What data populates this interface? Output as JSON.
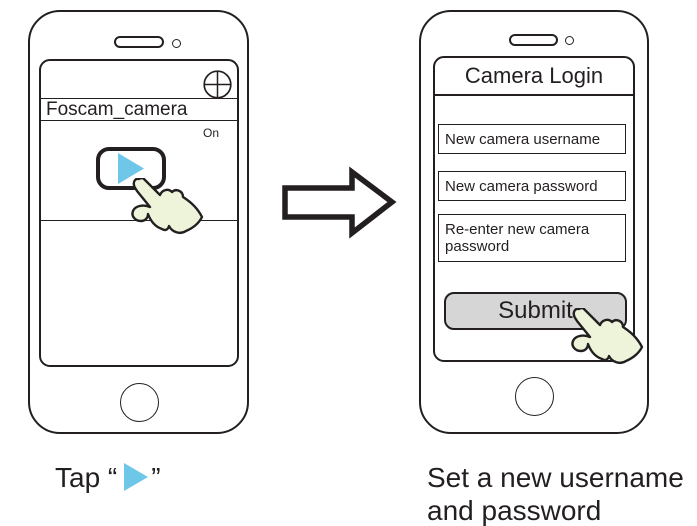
{
  "colors": {
    "outline": "#231f20",
    "play_blue": "#6ec6e8",
    "hand_fill": "#eef4da",
    "submit_bg": "#d6d6d6"
  },
  "left_phone": {
    "camera_name": "Foscam_camera",
    "status_label": "On"
  },
  "right_phone": {
    "title": "Camera Login",
    "fields": [
      {
        "label": "New camera username"
      },
      {
        "label": "New camera password"
      },
      {
        "label": "Re-enter new camera password"
      }
    ],
    "submit_label": "Submit"
  },
  "captions": {
    "left_prefix": "Tap “",
    "left_suffix": "”",
    "right_line1": "Set a new username",
    "right_line2": "and password"
  }
}
